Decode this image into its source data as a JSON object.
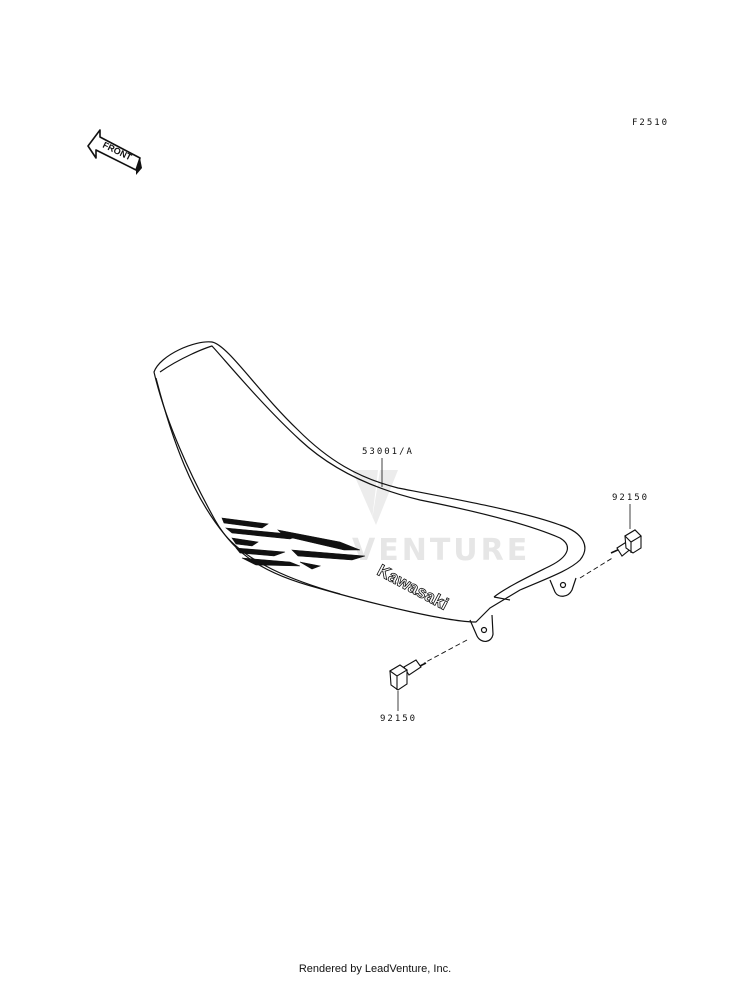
{
  "diagram_code": "F2510",
  "front_label": "FRONT",
  "watermark_text": "VENTURE",
  "brand_text": "Kawasaki",
  "parts": {
    "seat": "53001/A",
    "bolt_right": "92150",
    "bolt_left": "92150"
  },
  "footer": "Rendered by LeadVenture, Inc."
}
